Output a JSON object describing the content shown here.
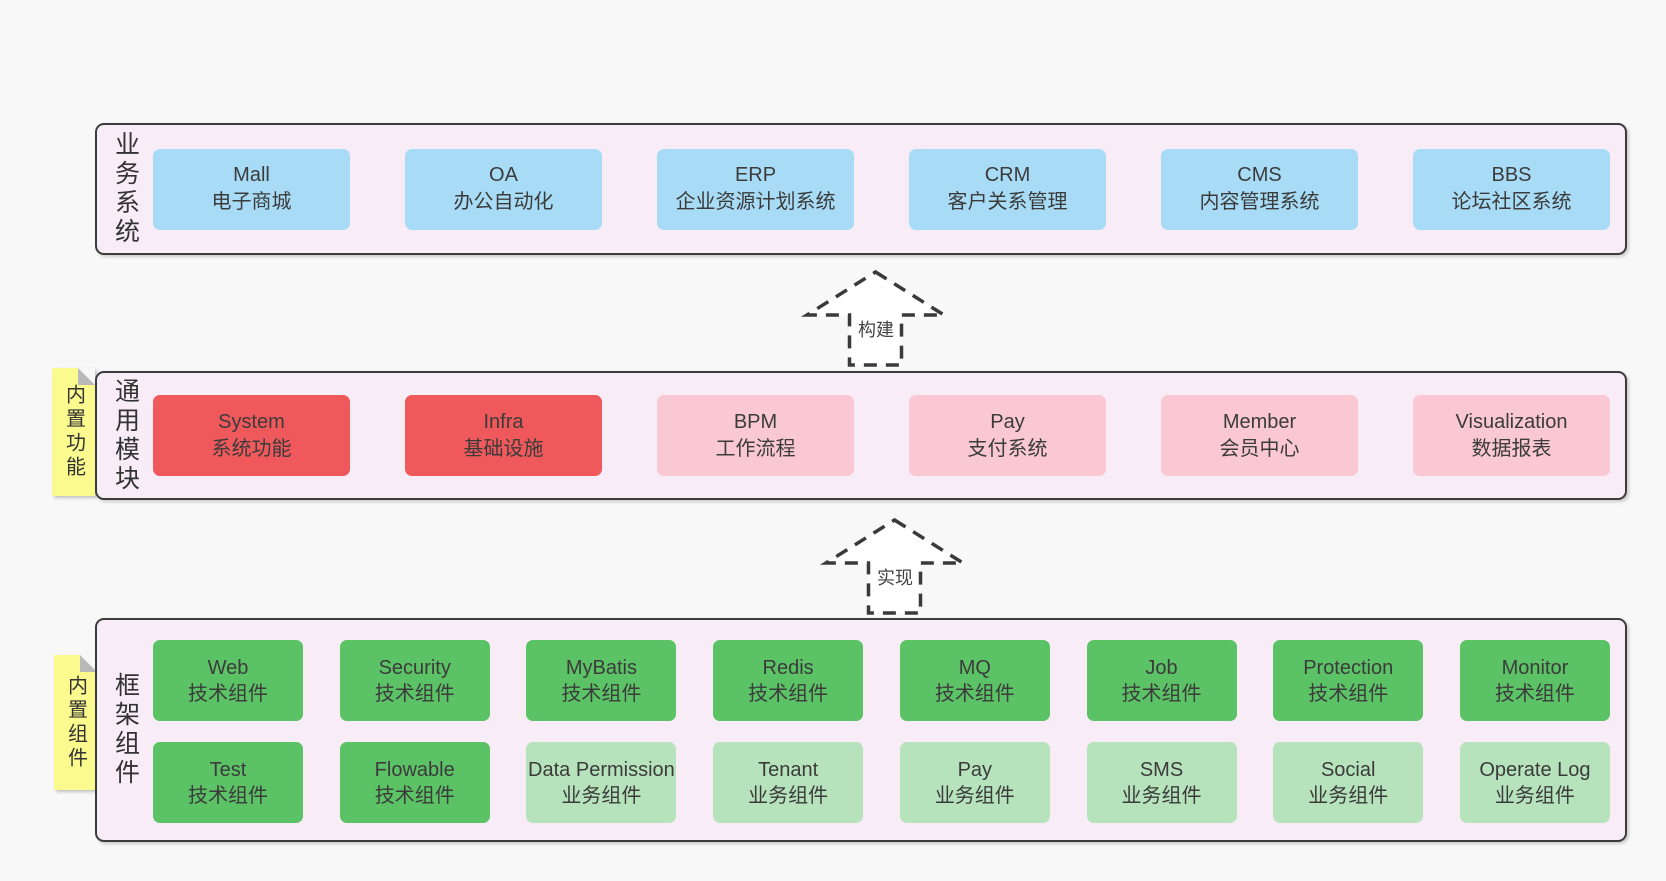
{
  "colors": {
    "page_bg": "#f8f8f8",
    "layer_bg": "#f8edf7",
    "layer_border": "#3c3c3c",
    "box_blue": "#a8dcf6",
    "box_red": "#f0595c",
    "box_pink": "#f9c8d2",
    "box_green_dark": "#5cc266",
    "box_green_light": "#b6e3bc",
    "sticky_yellow": "#fbfa8e",
    "sticky_fold_gray": "#b9b9b9",
    "text": "#3b3b3b"
  },
  "layers": [
    {
      "id": "business-systems",
      "label": "业务系统",
      "boxes": [
        {
          "title": "Mall",
          "subtitle": "电子商城",
          "variant": "blue"
        },
        {
          "title": "OA",
          "subtitle": "办公自动化",
          "variant": "blue"
        },
        {
          "title": "ERP",
          "subtitle": "企业资源计划系统",
          "variant": "blue"
        },
        {
          "title": "CRM",
          "subtitle": "客户关系管理",
          "variant": "blue"
        },
        {
          "title": "CMS",
          "subtitle": "内容管理系统",
          "variant": "blue"
        },
        {
          "title": "BBS",
          "subtitle": "论坛社区系统",
          "variant": "blue"
        }
      ]
    },
    {
      "id": "common-modules",
      "label": "通用模块",
      "sticky": "内置功能",
      "boxes": [
        {
          "title": "System",
          "subtitle": "系统功能",
          "variant": "red"
        },
        {
          "title": "Infra",
          "subtitle": "基础设施",
          "variant": "red"
        },
        {
          "title": "BPM",
          "subtitle": "工作流程",
          "variant": "pink"
        },
        {
          "title": "Pay",
          "subtitle": "支付系统",
          "variant": "pink"
        },
        {
          "title": "Member",
          "subtitle": "会员中心",
          "variant": "pink"
        },
        {
          "title": "Visualization",
          "subtitle": "数据报表",
          "variant": "pink"
        }
      ]
    },
    {
      "id": "framework-components",
      "label": "框架组件",
      "sticky": "内置组件",
      "rows": [
        [
          {
            "title": "Web",
            "subtitle": "技术组件",
            "variant": "green"
          },
          {
            "title": "Security",
            "subtitle": "技术组件",
            "variant": "green"
          },
          {
            "title": "MyBatis",
            "subtitle": "技术组件",
            "variant": "green"
          },
          {
            "title": "Redis",
            "subtitle": "技术组件",
            "variant": "green"
          },
          {
            "title": "MQ",
            "subtitle": "技术组件",
            "variant": "green"
          },
          {
            "title": "Job",
            "subtitle": "技术组件",
            "variant": "green"
          },
          {
            "title": "Protection",
            "subtitle": "技术组件",
            "variant": "green"
          },
          {
            "title": "Monitor",
            "subtitle": "技术组件",
            "variant": "green"
          }
        ],
        [
          {
            "title": "Test",
            "subtitle": "技术组件",
            "variant": "green"
          },
          {
            "title": "Flowable",
            "subtitle": "技术组件",
            "variant": "green"
          },
          {
            "title": "Data Permission",
            "subtitle": "业务组件",
            "variant": "lightgreen"
          },
          {
            "title": "Tenant",
            "subtitle": "业务组件",
            "variant": "lightgreen"
          },
          {
            "title": "Pay",
            "subtitle": "业务组件",
            "variant": "lightgreen"
          },
          {
            "title": "SMS",
            "subtitle": "业务组件",
            "variant": "lightgreen"
          },
          {
            "title": "Social",
            "subtitle": "业务组件",
            "variant": "lightgreen"
          },
          {
            "title": "Operate Log",
            "subtitle": "业务组件",
            "variant": "lightgreen"
          }
        ]
      ]
    }
  ],
  "arrows": [
    {
      "label": "构建"
    },
    {
      "label": "实现"
    }
  ]
}
